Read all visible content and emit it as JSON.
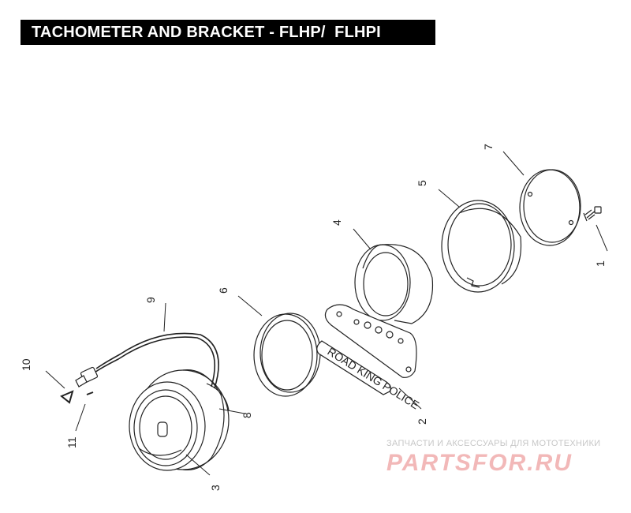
{
  "title": "TACHOMETER AND BRACKET - FLHP/  FLHPI",
  "callouts": {
    "c1": "1",
    "c2": "2",
    "c3": "3",
    "c4": "4",
    "c5": "5",
    "c6": "6",
    "c7": "7",
    "c8": "8",
    "c9": "9",
    "c10": "10",
    "c11": "11"
  },
  "bracket_plate_text": "ROAD KING POLICE",
  "watermark": {
    "subtitle": "ЗАПЧАСТИ И АКСЕССУАРЫ ДЛЯ МОТОТЕХНИКИ",
    "logo": "PARTSFOR.RU"
  },
  "colors": {
    "line": "#222222",
    "title_bg": "#000000",
    "watermark": "#f2b8b8"
  }
}
